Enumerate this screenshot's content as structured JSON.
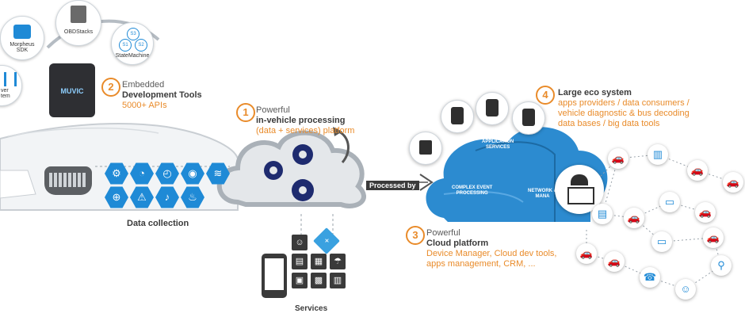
{
  "tools": {
    "morpheus": "Morpheus\nSDK",
    "obdstacks": "OBDStacks",
    "statemachine": "StateMachine",
    "sm_states": [
      "S3",
      "S1",
      "S2"
    ],
    "cut_label": "ver\ntem",
    "dongle_brand": "MUVIC"
  },
  "step2": {
    "number": "2",
    "line1": "Embedded",
    "line2": "Development Tools",
    "line3": "5000+ APIs"
  },
  "step1": {
    "number": "1",
    "line1": "Powerful",
    "line2": "in-vehicle processing",
    "line3": "(data + services) platform"
  },
  "data_collection": {
    "label": "Data collection"
  },
  "services": {
    "label": "Services"
  },
  "processed_by": {
    "label": "Processed by"
  },
  "cloud": {
    "app_services": "APPLICATION\nSERVICES",
    "complex_event": "COMPLEX EVENT\nPROCESSING",
    "network": "NETWORK &\nMANA"
  },
  "step3": {
    "number": "3",
    "line1": "Powerful",
    "line2": "Cloud platform",
    "line3": "Device Manager, Cloud dev tools,",
    "line4": "apps management, CRM, ..."
  },
  "step4": {
    "number": "4",
    "title": "Large eco system",
    "line1": "apps providers / data consumers /",
    "line2": "vehicle diagnostic & bus decoding",
    "line3": "data bases / big data tools"
  },
  "colors": {
    "accent": "#e98b2a",
    "blue": "#1f8ad6",
    "dark": "#3b3b3b"
  }
}
